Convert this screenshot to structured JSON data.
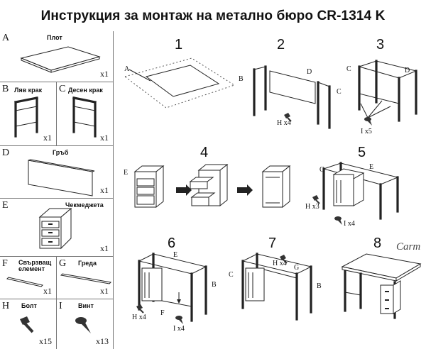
{
  "title": "Инструкция за монтаж на метално бюро CR-1314 K",
  "parts": [
    {
      "letter": "A",
      "name": "Плот",
      "qty": "x1"
    },
    {
      "letter": "B",
      "name": "Ляв крак",
      "qty": "x1"
    },
    {
      "letter": "C",
      "name": "Десен крак",
      "qty": "x1"
    },
    {
      "letter": "D",
      "name": "Гръб",
      "qty": "x1"
    },
    {
      "letter": "E",
      "name": "Чекмеджета",
      "qty": "x1"
    },
    {
      "letter": "F",
      "name": "Свързващ елемент",
      "qty": "x1"
    },
    {
      "letter": "G",
      "name": "Греда",
      "qty": "x1"
    },
    {
      "letter": "H",
      "name": "Болт",
      "qty": "x15"
    },
    {
      "letter": "I",
      "name": "Винт",
      "qty": "x13"
    }
  ],
  "steps": [
    {
      "num": "1",
      "labels": [
        "A"
      ],
      "hardware": ""
    },
    {
      "num": "2",
      "labels": [
        "B",
        "D",
        "C"
      ],
      "hardware": "H x4"
    },
    {
      "num": "3",
      "labels": [
        "C",
        "D"
      ],
      "hardware": "I x5"
    },
    {
      "num": "4",
      "labels": [
        "E"
      ],
      "hardware": ""
    },
    {
      "num": "5",
      "labels": [
        "C",
        "E"
      ],
      "hardware_h": "H x3",
      "hardware_i": "I x4"
    },
    {
      "num": "6",
      "labels": [
        "E",
        "B",
        "F"
      ],
      "hardware_h": "H x4",
      "hardware_i": "I x4"
    },
    {
      "num": "7",
      "labels": [
        "C",
        "G",
        "B"
      ],
      "hardware": "H x4"
    },
    {
      "num": "8",
      "labels": [],
      "hardware": ""
    }
  ],
  "brand": "Carm"
}
